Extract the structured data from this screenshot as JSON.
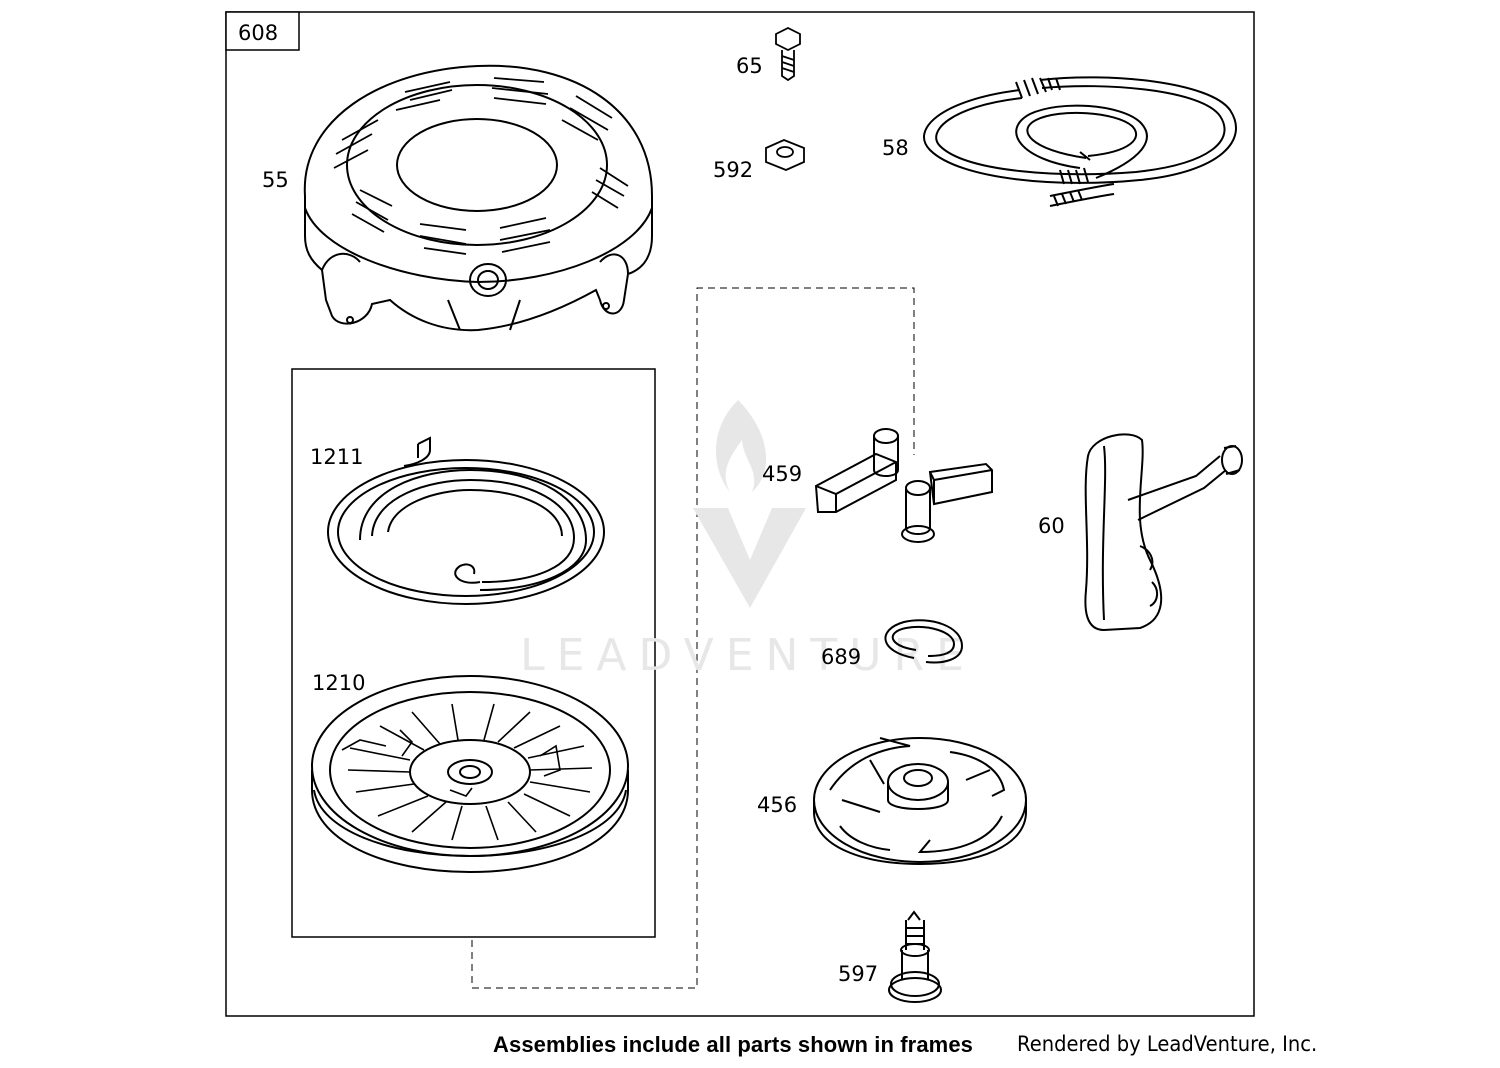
{
  "diagram": {
    "assembly_number": "608",
    "part_labels": {
      "p55": "55",
      "p65": "65",
      "p592": "592",
      "p58": "58",
      "p1211": "1211",
      "p1210": "1210",
      "p459": "459",
      "p60": "60",
      "p689": "689",
      "p456": "456",
      "p597": "597"
    }
  },
  "watermark": {
    "text": "LEADVENTURE",
    "icon": "flame-v-logo"
  },
  "footer": {
    "note": "Assemblies include all parts shown in frames",
    "credit": "Rendered by LeadVenture, Inc."
  },
  "colors": {
    "line": "#000000",
    "background": "#ffffff",
    "watermark": "#e6e6e6"
  }
}
